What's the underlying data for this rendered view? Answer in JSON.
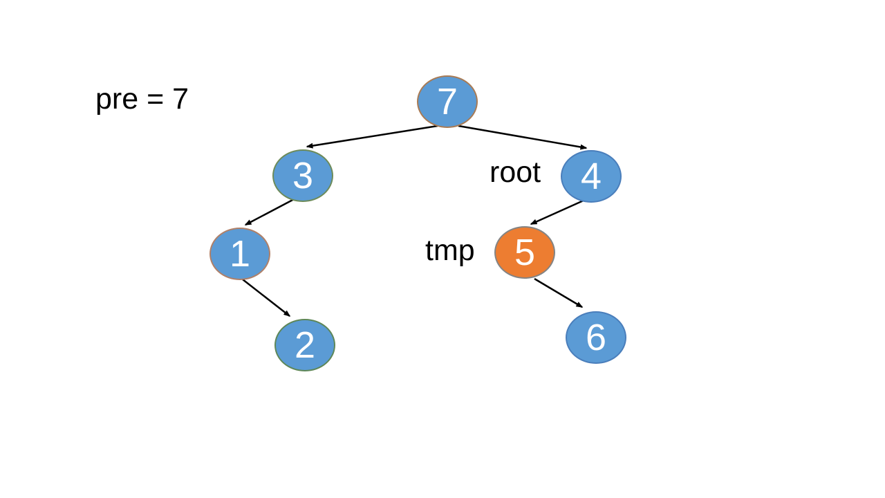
{
  "slide": {
    "background": "#ffffff",
    "annotations": {
      "pre_label": "pre = 7",
      "root_label": "root",
      "tmp_label": "tmp"
    }
  },
  "colors": {
    "node_fill_blue": "#5B9BD5",
    "node_fill_orange": "#ED7D31",
    "node_text": "#FFFFFF",
    "label_text": "#000000",
    "arrow": "#000000"
  },
  "tree": {
    "type": "binary-tree",
    "nodes": [
      {
        "value": "7",
        "fill": "blue",
        "annotation": ""
      },
      {
        "value": "3",
        "fill": "blue",
        "annotation": ""
      },
      {
        "value": "4",
        "fill": "blue",
        "annotation": "root"
      },
      {
        "value": "1",
        "fill": "blue",
        "annotation": ""
      },
      {
        "value": "5",
        "fill": "orange",
        "annotation": "tmp"
      },
      {
        "value": "2",
        "fill": "blue",
        "annotation": ""
      },
      {
        "value": "6",
        "fill": "blue",
        "annotation": ""
      }
    ],
    "edges": [
      {
        "from": "7",
        "to": "3"
      },
      {
        "from": "7",
        "to": "4"
      },
      {
        "from": "3",
        "to": "1"
      },
      {
        "from": "1",
        "to": "2"
      },
      {
        "from": "4",
        "to": "5"
      },
      {
        "from": "5",
        "to": "6"
      }
    ]
  }
}
